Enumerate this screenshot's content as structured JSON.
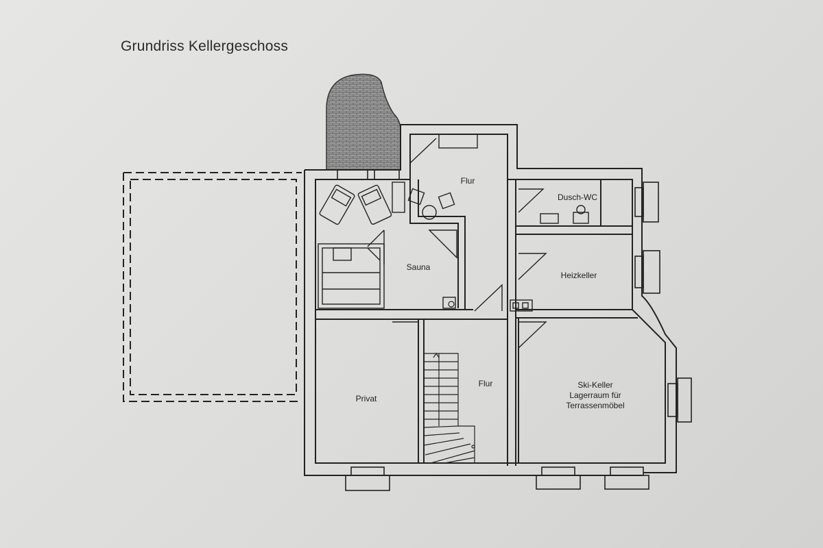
{
  "title": "Grundriss Kellergeschoss",
  "rooms": {
    "flur_oben": "Flur",
    "dusch_wc": "Dusch-WC",
    "sauna": "Sauna",
    "heizkeller": "Heizkeller",
    "privat": "Privat",
    "flur_unten": "Flur",
    "ski_keller": [
      "Ski-Keller",
      "Lagerraum für",
      "Terrassenmöbel"
    ]
  },
  "colors": {
    "background": "#dedede",
    "wall": "#2a2a2a",
    "line": "#1e1e1e",
    "hatch_fill": "#8a8a8a"
  }
}
